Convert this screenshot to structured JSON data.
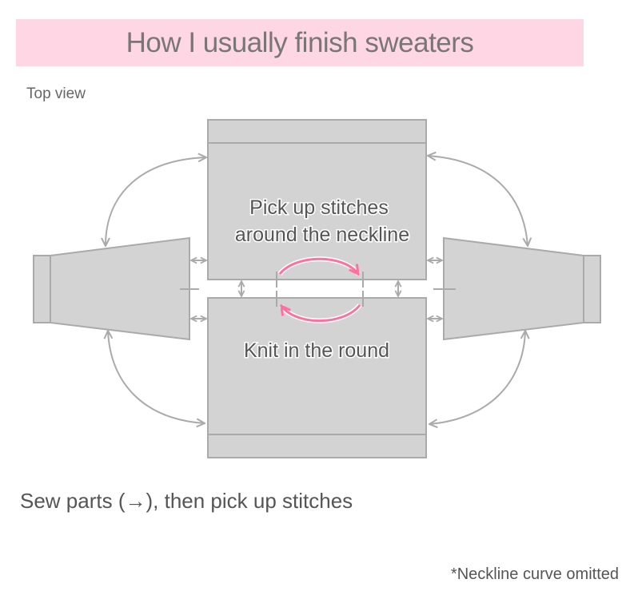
{
  "title": "How I usually finish sweaters",
  "view_label": "Top view",
  "diagram": {
    "pieces": {
      "back": {
        "label_line1": "Pick up stitches",
        "label_line2": "around the neckline"
      },
      "front": {
        "label": "Knit in the round"
      },
      "left_sleeve": {},
      "right_sleeve": {}
    },
    "colors": {
      "title_band": "#ffd6e3",
      "piece_fill": "#d3d3d3",
      "piece_stroke": "#aaaaaa",
      "knit_direction_arrow": "#ff6fa0"
    }
  },
  "caption": "Sew parts (→), then pick up stitches",
  "footnote": "*Neckline curve omitted"
}
